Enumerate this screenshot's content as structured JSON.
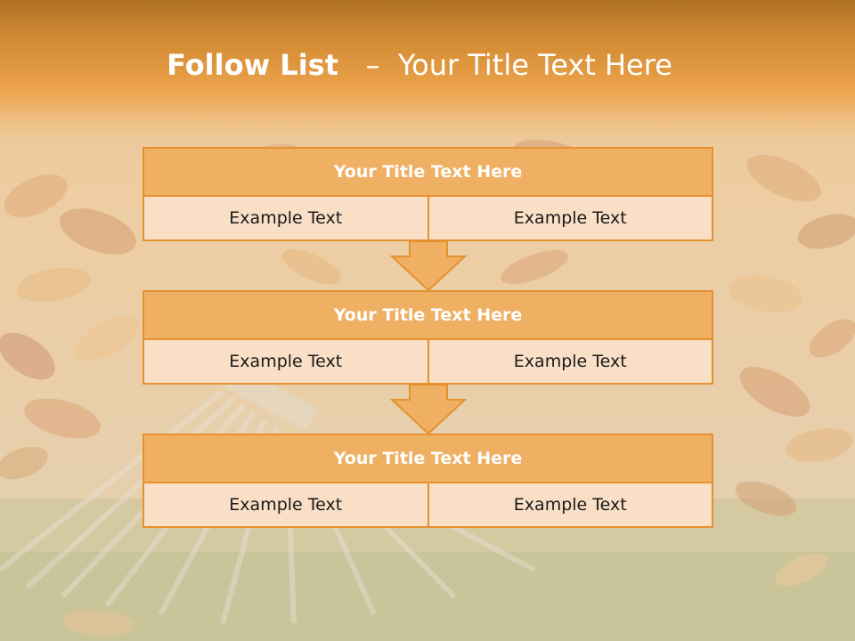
{
  "slide": {
    "title_lead": "Follow List",
    "title_separator": "–",
    "title_rest": "Your Title Text Here"
  },
  "blocks": [
    {
      "title": "Your Title Text Here",
      "left_text": "Example Text",
      "right_text": "Example Text"
    },
    {
      "title": "Your Title Text Here",
      "left_text": "Example Text",
      "right_text": "Example Text"
    },
    {
      "title": "Your Title Text Here",
      "left_text": "Example Text",
      "right_text": "Example Text"
    }
  ],
  "colors": {
    "band": "#e59a3f",
    "header_fill": "#f0b063",
    "border": "#e5912f",
    "cell_fill": "#f9dfc6"
  },
  "icons": [
    "down-arrow-icon"
  ]
}
